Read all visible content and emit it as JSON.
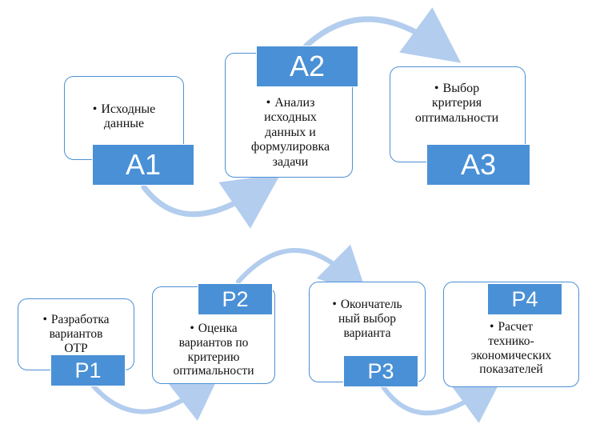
{
  "top": [
    {
      "code": "A1",
      "lines": [
        "Исходные",
        "данные"
      ]
    },
    {
      "code": "A2",
      "lines": [
        "Анализ",
        "исходных",
        "данных и",
        "формулировка",
        "задачи"
      ]
    },
    {
      "code": "A3",
      "lines": [
        "Выбор",
        "критерия",
        "оптимальности"
      ]
    }
  ],
  "bottom": [
    {
      "code": "P1",
      "lines": [
        "Разработка",
        "вариантов",
        "ОТР"
      ]
    },
    {
      "code": "P2",
      "lines": [
        "Оценка",
        "вариантов по",
        "критерию",
        "оптимальности"
      ]
    },
    {
      "code": "P3",
      "lines": [
        "Окончатель",
        "ный выбор",
        "варианта"
      ]
    },
    {
      "code": "P4",
      "lines": [
        "Расчет",
        "технико-",
        "экономических",
        "показателей"
      ]
    }
  ],
  "colors": {
    "accent": "#4a90d6",
    "arrow": "#b3cdee"
  }
}
